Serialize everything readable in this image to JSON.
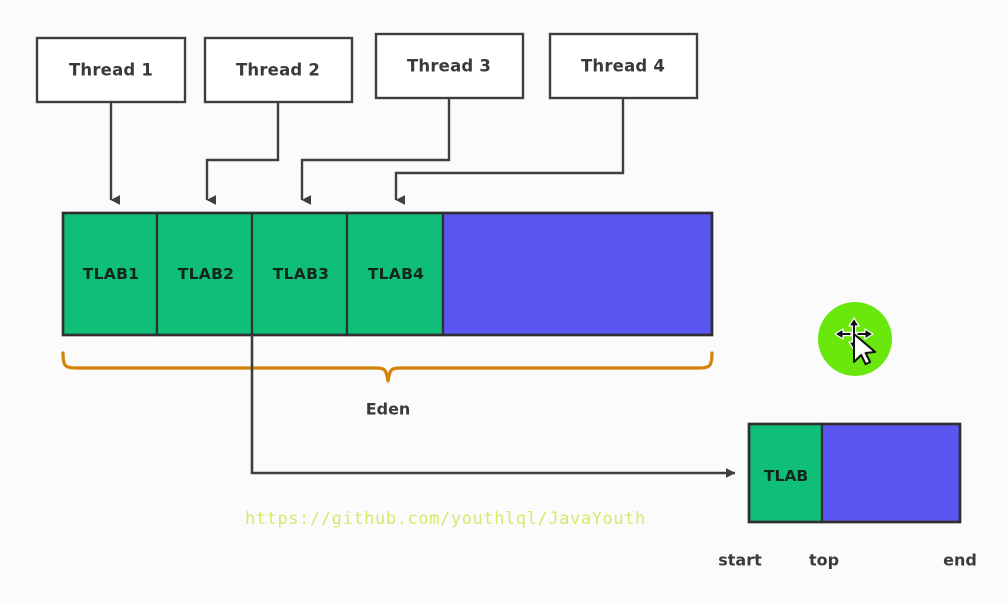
{
  "diagram": {
    "title": "TLAB allocation in Eden",
    "background_color": "#fbfbfb",
    "colors": {
      "green": "#0fbf78",
      "blue": "#5a55f0",
      "stroke": "#3f3f3f",
      "brace": "#d4820a",
      "text": "#3a3a3a",
      "halo": "#6ae80e",
      "watermark": "#d6e96a"
    }
  },
  "threads": [
    {
      "label": "Thread 1"
    },
    {
      "label": "Thread 2"
    },
    {
      "label": "Thread 3"
    },
    {
      "label": "Thread 4"
    }
  ],
  "eden_bar": {
    "segments": [
      {
        "label": "TLAB1",
        "color": "green"
      },
      {
        "label": "TLAB2",
        "color": "green"
      },
      {
        "label": "TLAB3",
        "color": "green"
      },
      {
        "label": "TLAB4",
        "color": "green"
      },
      {
        "label": "",
        "color": "blue"
      }
    ],
    "brace_label": "Eden"
  },
  "tlab_detail": {
    "block_label": "TLAB",
    "markers": [
      {
        "label": "start"
      },
      {
        "label": "top"
      },
      {
        "label": "end"
      }
    ]
  },
  "watermark": {
    "url": "https://github.com/youthlql/JavaYouth"
  },
  "cursor": {
    "icon": "move-cursor-icon",
    "highlight": "click-highlight-circle"
  }
}
